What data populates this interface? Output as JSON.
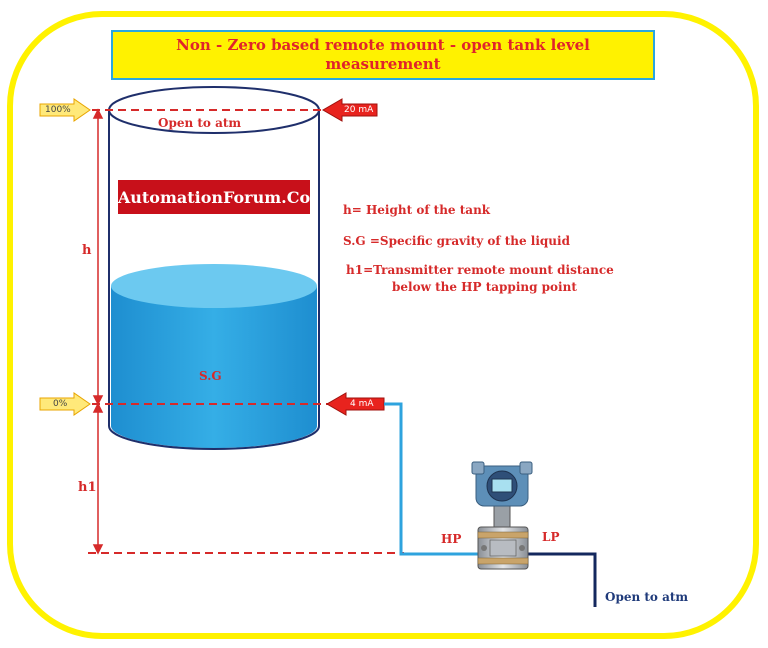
{
  "title": {
    "line1": "Non - Zero based remote mount - open tank level",
    "line2": "measurement"
  },
  "watermark": "AutomationForum.Co",
  "tank": {
    "top_label": "Open to atm",
    "liquid_label": "S.G"
  },
  "markers": {
    "top_percent": "100%",
    "bottom_percent": "0%",
    "top_current": "20 mA",
    "bottom_current": "4 mA"
  },
  "dimensions": {
    "h": "h",
    "h1": "h1"
  },
  "notes": {
    "h_def": "h= Height of the tank",
    "sg_def": "S.G =Specific gravity of the liquid",
    "h1_def_line1": "h1=Transmitter remote mount distance",
    "h1_def_line2": "below the HP tapping point"
  },
  "transmitter": {
    "hp_label": "HP",
    "lp_label": "LP",
    "lp_vent_label": "Open to atm"
  },
  "colors": {
    "frame": "#fff200",
    "title_bg": "#fff200",
    "title_border": "#2aa7e0",
    "title_text": "#e0242b",
    "tank_outline": "#1f2f6b",
    "liquid": "#2ea3de",
    "liquid_top": "#6cc9f0",
    "dimension_red": "#d62a2a",
    "hp_line": "#2ea3de",
    "lp_line": "#14285e",
    "percent_arrow": "#ffe97a",
    "current_arrow": "#e8231e"
  }
}
